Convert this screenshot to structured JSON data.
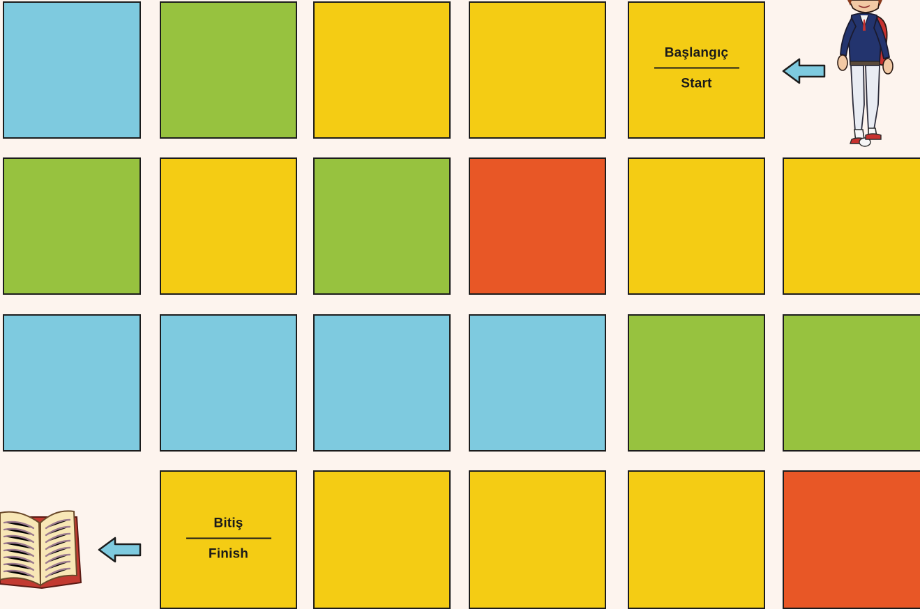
{
  "colors": {
    "background": "#fdf4ee",
    "blue": "#7ecadf",
    "green": "#97c23f",
    "yellow": "#f4cc14",
    "orange": "#e85726",
    "arrow_fill": "#7ecadf"
  },
  "board": {
    "rows": [
      [
        "blue",
        "green",
        "yellow",
        "yellow",
        "yellow",
        null
      ],
      [
        "green",
        "yellow",
        "green",
        "orange",
        "yellow",
        "yellow"
      ],
      [
        "blue",
        "blue",
        "blue",
        "blue",
        "green",
        "green"
      ],
      [
        null,
        "yellow",
        "yellow",
        "yellow",
        "yellow",
        "orange"
      ]
    ]
  },
  "start": {
    "label_tr": "Başlangıç",
    "label_en": "Start",
    "arrow_icon": "arrow-left-icon",
    "figure": "student-with-backpack"
  },
  "finish": {
    "label_tr": "Bitiş",
    "label_en": "Finish",
    "arrow_icon": "arrow-left-icon",
    "figure": "open-book"
  }
}
